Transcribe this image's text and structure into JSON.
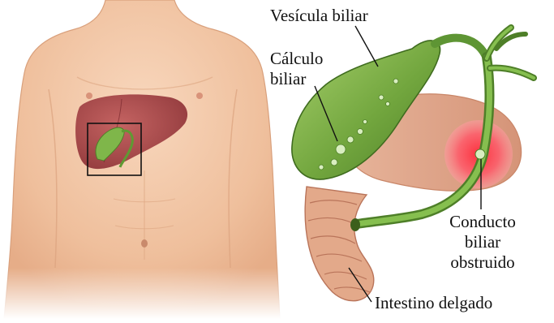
{
  "labels": {
    "gallbladder": "Vesícula biliar",
    "gallstone_line1": "Cálculo",
    "gallstone_line2": "biliar",
    "blocked_duct_line1": "Conducto",
    "blocked_duct_line2": "biliar",
    "blocked_duct_line3": "obstruido",
    "small_intestine": "Intestino delgado"
  },
  "colors": {
    "skin": "#f3c9a8",
    "skin_shadow": "#e0a985",
    "liver": "#a83a3e",
    "gallbladder": "#7cae44",
    "gallbladder_dark": "#4a7a25",
    "intestine": "#e3a98a",
    "blockage": "#ff5a5a",
    "leader_line": "#111111"
  }
}
